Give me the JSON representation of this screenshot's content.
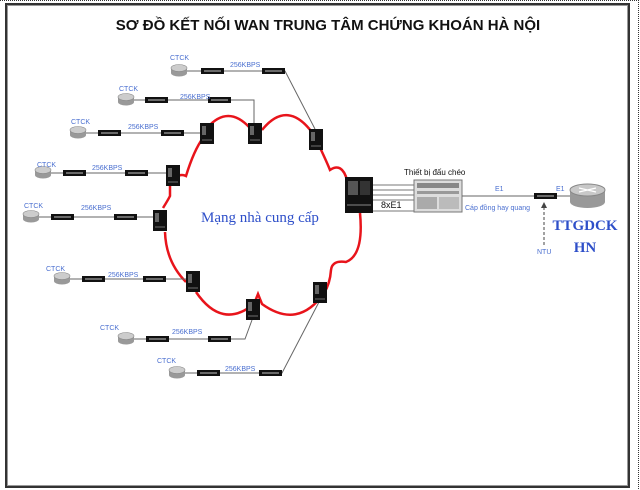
{
  "title": "SƠ ĐỒ KẾT NỐI WAN TRUNG TÂM CHỨNG KHOÁN HÀ NỘI",
  "cloud_label": "Mạng nhà cung cấp",
  "branches": [
    {
      "site": "CTCK",
      "speed": "256KBPS"
    },
    {
      "site": "CTCK",
      "speed": "256KBPS"
    },
    {
      "site": "CTCK",
      "speed": "256KBPS"
    },
    {
      "site": "CTCK",
      "speed": "256KBPS"
    },
    {
      "site": "CTCK",
      "speed": "256KBPS"
    },
    {
      "site": "CTCK",
      "speed": "256KBPS"
    },
    {
      "site": "CTCK",
      "speed": "256KBPS"
    },
    {
      "site": "CTCK",
      "speed": "256KBPS"
    }
  ],
  "trunk_label": "8xE1",
  "cross_connect_label": "Thiết bị đấu chéo",
  "e1_left": "E1",
  "e1_right": "E1",
  "cable_label": "Cáp đồng hay quang",
  "ntu_label": "NTU",
  "hq": {
    "line1": "TTGDCK",
    "line2": "HN"
  },
  "colors": {
    "cloud": "#e8141b",
    "label": "#4a6fd0",
    "hq": "#2e4fc9"
  }
}
